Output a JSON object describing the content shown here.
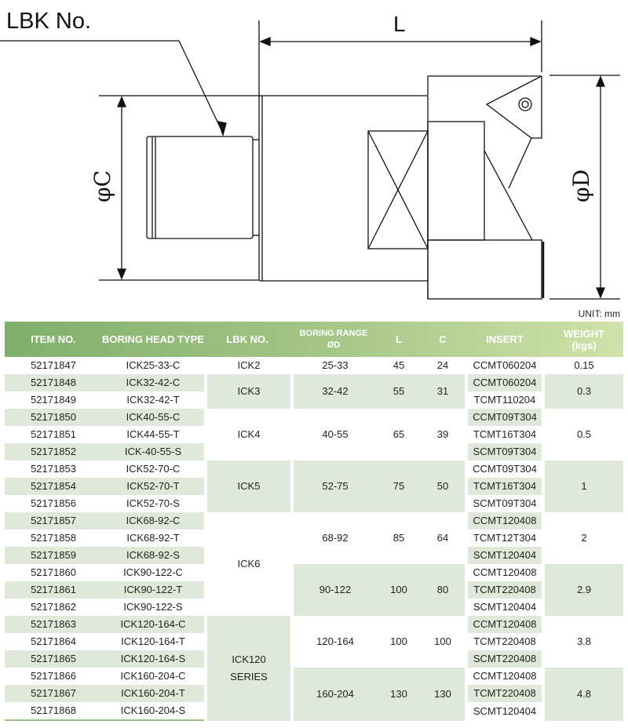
{
  "drawing": {
    "lbk_label": "LBK No.",
    "l_label": "L",
    "c_label": "φC",
    "d_label": "φD"
  },
  "unit": "UNIT: mm",
  "headers": {
    "item": "ITEM NO.",
    "type": "BORING HEAD TYPE",
    "lbk": "LBK  NO.",
    "range1": "BORING RANGE",
    "range2": "ØD",
    "l": "L",
    "c": "C",
    "insert": "INSERT",
    "weight1": "WEIGHT",
    "weight2": "(kgs)"
  },
  "rows": [
    {
      "item": "52171847",
      "type": "ICK25-33-C",
      "insert": "CCMT060204"
    },
    {
      "item": "52171848",
      "type": "ICK32-42-C",
      "insert": "CCMT060204"
    },
    {
      "item": "52171849",
      "type": "ICK32-42-T",
      "insert": "TCMT110204"
    },
    {
      "item": "52171850",
      "type": "ICK40-55-C",
      "insert": "CCMT09T304"
    },
    {
      "item": "52171851",
      "type": "ICK44-55-T",
      "insert": "TCMT16T304"
    },
    {
      "item": "52171852",
      "type": "ICK-40-55-S",
      "insert": "SCMT09T304"
    },
    {
      "item": "52171853",
      "type": "ICK52-70-C",
      "insert": "CCMT09T304"
    },
    {
      "item": "52171854",
      "type": "ICK52-70-T",
      "insert": "TCMT16T304"
    },
    {
      "item": "52171856",
      "type": "ICK52-70-S",
      "insert": "SCMT09T304"
    },
    {
      "item": "52171857",
      "type": "ICK68-92-C",
      "insert": "CCMT120408"
    },
    {
      "item": "52171858",
      "type": "ICK68-92-T",
      "insert": "TCMT12T304"
    },
    {
      "item": "52171859",
      "type": "ICK68-92-S",
      "insert": "SCMT120404"
    },
    {
      "item": "52171860",
      "type": "ICK90-122-C",
      "insert": "CCMT120408"
    },
    {
      "item": "52171861",
      "type": "ICK90-122-T",
      "insert": "TCMT220408"
    },
    {
      "item": "52171862",
      "type": "ICK90-122-S",
      "insert": "SCMT120404"
    },
    {
      "item": "52171863",
      "type": "ICK120-164-C",
      "insert": "CCMT120408"
    },
    {
      "item": "52171864",
      "type": "ICK120-164-T",
      "insert": "TCMT220408"
    },
    {
      "item": "52171865",
      "type": "ICK120-164-S",
      "insert": "SCMT220408"
    },
    {
      "item": "52171866",
      "type": "ICK160-204-C",
      "insert": "CCMT120408"
    },
    {
      "item": "52171867",
      "type": "ICK160-204-T",
      "insert": "TCMT220408"
    },
    {
      "item": "52171868",
      "type": "ICK160-204-S",
      "insert": "SCMT120404"
    }
  ],
  "lbk_groups": [
    {
      "label": "ICK2",
      "start": 0,
      "span": 1
    },
    {
      "label": "ICK3",
      "start": 1,
      "span": 2
    },
    {
      "label": "ICK4",
      "start": 3,
      "span": 3
    },
    {
      "label": "ICK5",
      "start": 6,
      "span": 3
    },
    {
      "label": "ICK6",
      "start": 9,
      "span": 6
    },
    {
      "label": "ICK120\nSERIES",
      "start": 15,
      "span": 6
    }
  ],
  "range_groups": [
    {
      "range": "25-33",
      "l": "45",
      "c": "24",
      "weight": "0.15",
      "start": 0,
      "span": 1
    },
    {
      "range": "32-42",
      "l": "55",
      "c": "31",
      "weight": "0.3",
      "start": 1,
      "span": 2
    },
    {
      "range": "40-55",
      "l": "65",
      "c": "39",
      "weight": "0.5",
      "start": 3,
      "span": 3
    },
    {
      "range": "52-75",
      "l": "75",
      "c": "50",
      "weight": "1",
      "start": 6,
      "span": 3
    },
    {
      "range": "68-92",
      "l": "85",
      "c": "64",
      "weight": "2",
      "start": 9,
      "span": 3
    },
    {
      "range": "90-122",
      "l": "100",
      "c": "80",
      "weight": "2.9",
      "start": 12,
      "span": 3
    },
    {
      "range": "120-164",
      "l": "100",
      "c": "100",
      "weight": "3.8",
      "start": 15,
      "span": 3
    },
    {
      "range": "160-204",
      "l": "130",
      "c": "130",
      "weight": "4.8",
      "start": 18,
      "span": 3
    }
  ],
  "colors": {
    "shade": "#dfe8d9",
    "header_start": "#7faf6c",
    "header_end": "#cfe2a9"
  }
}
